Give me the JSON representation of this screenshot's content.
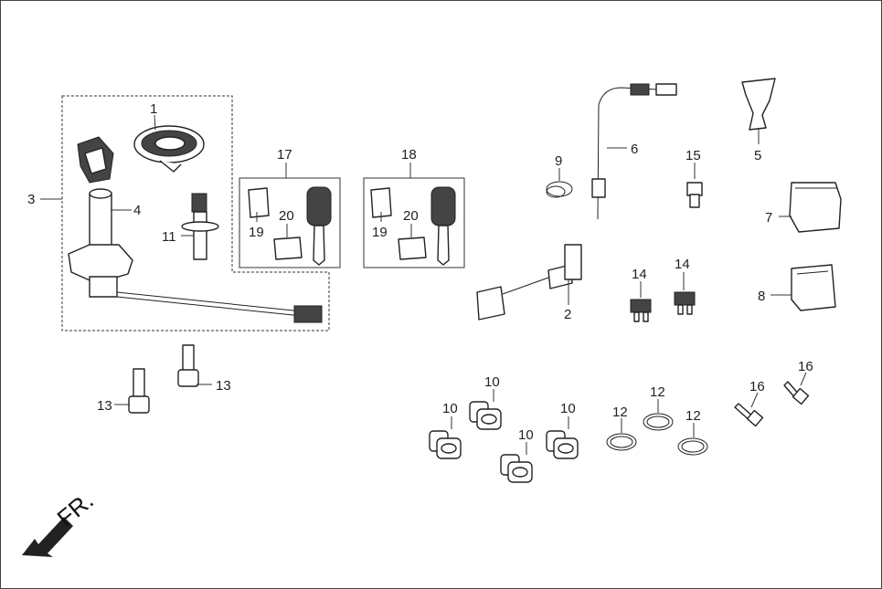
{
  "callouts": [
    "1",
    "2",
    "3",
    "4",
    "5",
    "6",
    "7",
    "8",
    "9",
    "10",
    "10",
    "10",
    "10",
    "11",
    "12",
    "12",
    "12",
    "13",
    "13",
    "14",
    "14",
    "15",
    "16",
    "16",
    "17",
    "18",
    "19",
    "19",
    "20",
    "20"
  ],
  "direction_label": "FR."
}
